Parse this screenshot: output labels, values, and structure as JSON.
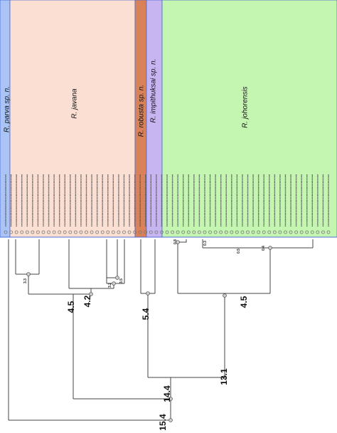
{
  "colors": {
    "parva": "#a9c4f5",
    "javana": "#fbdfd3",
    "robusta": "#d9825a",
    "impithuksai": "#c7b5f2",
    "johorensis": "#c4f5b1",
    "tree_line": "#444444",
    "node_fill": "#cfcfcf"
  },
  "clades": [
    {
      "key": "parva",
      "label": "R. parva sp. n."
    },
    {
      "key": "javana",
      "label": "R. javana"
    },
    {
      "key": "robusta",
      "label": "R. robusta sp. n."
    },
    {
      "key": "impithuksai",
      "label": "R. impithuksai sp. n."
    },
    {
      "key": "johorensis",
      "label": "R. johorensis"
    }
  ],
  "tip_count": 61,
  "node_ages": {
    "root": "15.4",
    "javana_parva": "14.4",
    "robusta_johor": "13.1",
    "javana_crown": "4.5",
    "javana_inner": "4.2",
    "robusta_impit": "5.4",
    "johorensis_crown": "4.5",
    "small_a": "3.3",
    "small_b": "3.2",
    "small_c": "3.5",
    "small_d": "0.8",
    "small_e": "0.5",
    "small_f": "0.3",
    "small_g": "0.4"
  }
}
